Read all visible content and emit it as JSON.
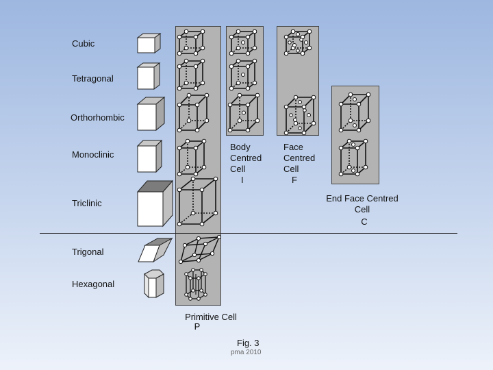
{
  "systems": [
    {
      "key": "cubic",
      "label": "Cubic"
    },
    {
      "key": "tetragonal",
      "label": "Tetragonal"
    },
    {
      "key": "orthorhombic",
      "label": "Orthorhombic"
    },
    {
      "key": "monoclinic",
      "label": "Monoclinic"
    },
    {
      "key": "triclinic",
      "label": "Triclinic"
    },
    {
      "key": "trigonal",
      "label": "Trigonal"
    },
    {
      "key": "hexagonal",
      "label": "Hexagonal"
    }
  ],
  "cell_types": {
    "primitive": {
      "line1": "Primitive Cell",
      "symbol": "P"
    },
    "body": {
      "line1": "Body",
      "line2": "Centred",
      "line3": "Cell",
      "symbol": "I"
    },
    "face": {
      "line1": "Face",
      "line2": "Centred",
      "line3": "Cell",
      "symbol": "F"
    },
    "end": {
      "line1": "End Face Centred",
      "line2": "Cell",
      "symbol": "C"
    }
  },
  "figure_label": "Fig. 3",
  "credit": "pma 2010",
  "colors": {
    "panel": "#b3b3b3",
    "background_top": "#9db7e0",
    "background_bottom": "#edf2fa"
  }
}
